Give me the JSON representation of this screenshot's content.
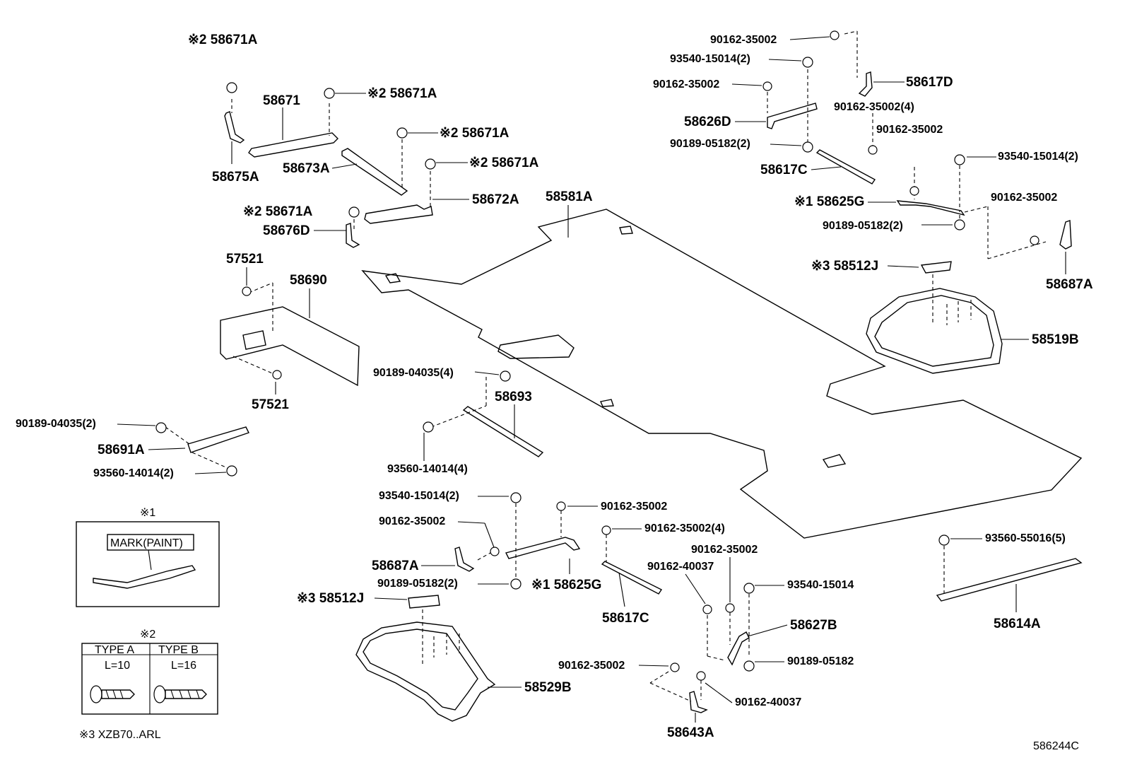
{
  "figure_code": "586244C",
  "footnotes": {
    "note1_marker": "※1",
    "note1_mark_label": "MARK(PAINT)",
    "note2_marker": "※2",
    "type_a_label": "TYPE A",
    "type_b_label": "TYPE B",
    "type_a_length": "L=10",
    "type_b_length": "L=16",
    "note3_text": "※3 XZB70..ARL"
  },
  "callouts": [
    {
      "id": "c01",
      "text": "※2 58671A"
    },
    {
      "id": "c02",
      "text": "58671"
    },
    {
      "id": "c03",
      "text": "※2 58671A"
    },
    {
      "id": "c04",
      "text": "※2 58671A"
    },
    {
      "id": "c05",
      "text": "58673A"
    },
    {
      "id": "c06",
      "text": "※2 58671A"
    },
    {
      "id": "c07",
      "text": "58675A"
    },
    {
      "id": "c08",
      "text": "※2 58671A"
    },
    {
      "id": "c09",
      "text": "58672A"
    },
    {
      "id": "c10",
      "text": "58676D"
    },
    {
      "id": "c11",
      "text": "58581A"
    },
    {
      "id": "c12",
      "text": "57521"
    },
    {
      "id": "c13",
      "text": "58690"
    },
    {
      "id": "c14",
      "text": "57521"
    },
    {
      "id": "c15",
      "text": "90189-04035(4)"
    },
    {
      "id": "c16",
      "text": "58693"
    },
    {
      "id": "c17",
      "text": "90189-04035(2)"
    },
    {
      "id": "c18",
      "text": "58691A"
    },
    {
      "id": "c19",
      "text": "93560-14014(2)"
    },
    {
      "id": "c20",
      "text": "93560-14014(4)"
    },
    {
      "id": "c21",
      "text": "90162-35002"
    },
    {
      "id": "c22",
      "text": "93540-15014(2)"
    },
    {
      "id": "c23",
      "text": "58617D"
    },
    {
      "id": "c24",
      "text": "90162-35002"
    },
    {
      "id": "c25",
      "text": "90162-35002(4)"
    },
    {
      "id": "c26",
      "text": "58626D"
    },
    {
      "id": "c27",
      "text": "90162-35002"
    },
    {
      "id": "c28",
      "text": "90189-05182(2)"
    },
    {
      "id": "c29",
      "text": "58617C"
    },
    {
      "id": "c30",
      "text": "93540-15014(2)"
    },
    {
      "id": "c31",
      "text": "90162-35002"
    },
    {
      "id": "c32",
      "text": "※1 58625G"
    },
    {
      "id": "c33",
      "text": "90189-05182(2)"
    },
    {
      "id": "c34",
      "text": "58687A"
    },
    {
      "id": "c35",
      "text": "※3 58512J"
    },
    {
      "id": "c36",
      "text": "58519B"
    },
    {
      "id": "c37",
      "text": "93540-15014(2)"
    },
    {
      "id": "c38",
      "text": "90162-35002"
    },
    {
      "id": "c39",
      "text": "90162-35002"
    },
    {
      "id": "c40",
      "text": "90162-35002(4)"
    },
    {
      "id": "c41",
      "text": "58687A"
    },
    {
      "id": "c42",
      "text": "90189-05182(2)"
    },
    {
      "id": "c43",
      "text": "※1 58625G"
    },
    {
      "id": "c44",
      "text": "58617C"
    },
    {
      "id": "c45",
      "text": "90162-35002"
    },
    {
      "id": "c46",
      "text": "90162-40037"
    },
    {
      "id": "c47",
      "text": "93540-15014"
    },
    {
      "id": "c48",
      "text": "58627B"
    },
    {
      "id": "c49",
      "text": "90189-05182"
    },
    {
      "id": "c50",
      "text": "※3 58512J"
    },
    {
      "id": "c51",
      "text": "58529B"
    },
    {
      "id": "c52",
      "text": "90162-35002"
    },
    {
      "id": "c53",
      "text": "90162-40037"
    },
    {
      "id": "c54",
      "text": "58643A"
    },
    {
      "id": "c55",
      "text": "93560-55016(5)"
    },
    {
      "id": "c56",
      "text": "58614A"
    }
  ]
}
